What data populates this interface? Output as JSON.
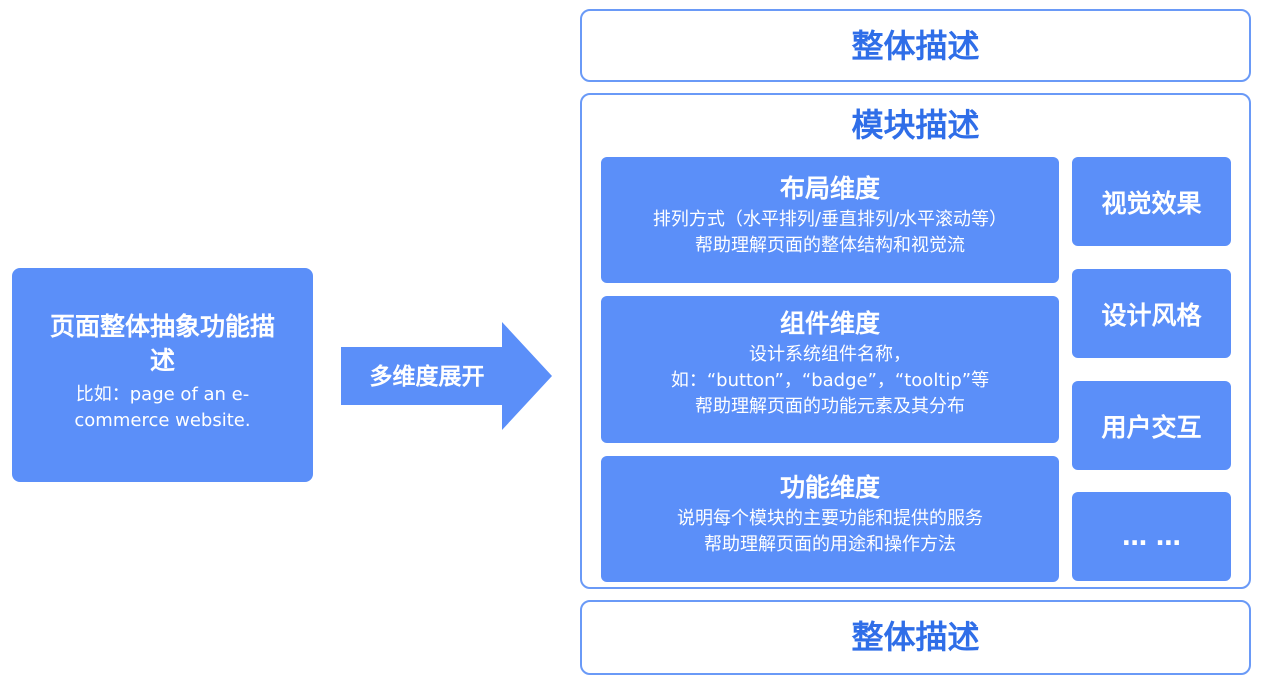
{
  "left": {
    "title": "页面整体抽象功能描述",
    "example": "比如：page of an e-commerce website."
  },
  "arrow": {
    "label": "多维度展开"
  },
  "top": {
    "title": "整体描述"
  },
  "module": {
    "title": "模块描述",
    "dimensions": [
      {
        "title": "布局维度",
        "lines": [
          "排列方式（水平排列/垂直排列/水平滚动等）",
          "帮助理解页面的整体结构和视觉流"
        ]
      },
      {
        "title": "组件维度",
        "lines": [
          "设计系统组件名称，如：“button”，“badge”，“tooltip”等",
          "帮助理解页面的功能元素及其分布"
        ]
      },
      {
        "title": "功能维度",
        "lines": [
          "说明每个模块的主要功能和提供的服务",
          "帮助理解页面的用途和操作方法"
        ]
      }
    ],
    "side": [
      "视觉效果",
      "设计风格",
      "用户交互",
      "… …"
    ]
  },
  "bottom": {
    "title": "整体描述"
  },
  "colors": {
    "fill": "#5b8ff9",
    "outline": "#6a9af7",
    "title_text": "#2f6ee8",
    "box_text": "#ffffff"
  }
}
